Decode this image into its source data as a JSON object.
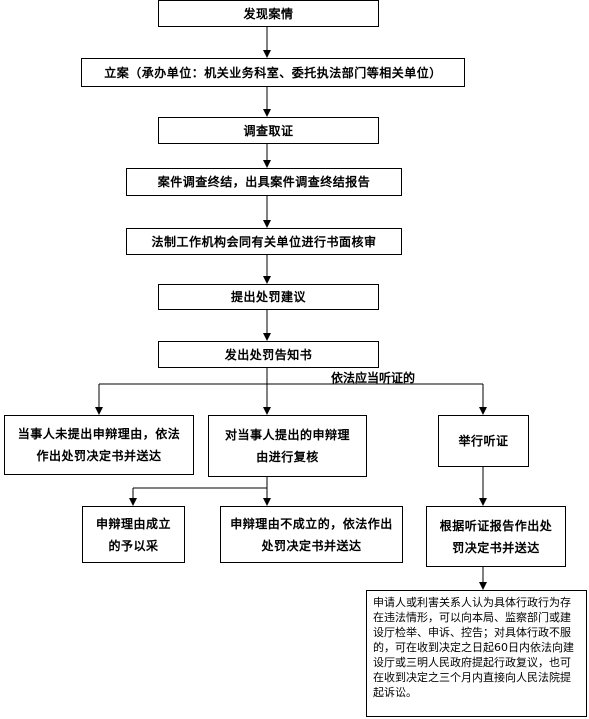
{
  "nodes": {
    "discover": "发现案情",
    "register": "立案（承办单位：机关业务科室、委托执法部门等相关单位）",
    "investigate": "调查取证",
    "conclude": "案件调查终结，出具案件调查终结报告",
    "review": "法制工作机构会同有关单位进行书面核审",
    "propose": "提出处罚建议",
    "notify": "发出处罚告知书",
    "no_defense": "当事人未提出申辩理由，依法作出处罚决定书并送达",
    "recheck": "对当事人提出的申辩理由进行复核",
    "hearing": "举行听证",
    "accepted": "申辩理由成立的予以采",
    "rejected": "申辩理由不成立的，依法作出处罚决定书并送达",
    "hearing_decision": "根据听证报告作出处罚决定书并送达",
    "remedy": "申请人或利害关系人认为具体行政行为存在违法情形，可以向本局、监察部门或建设厅检举、申诉、控告；对具体行政不服的，可在收到决定之日起60日内依法向建设厅或三明人民政府提起行政复议，也可在收到决定之三个月内直接向人民法院提起诉讼。"
  },
  "edge_labels": {
    "hearing_condition": "依法应当听证的"
  }
}
